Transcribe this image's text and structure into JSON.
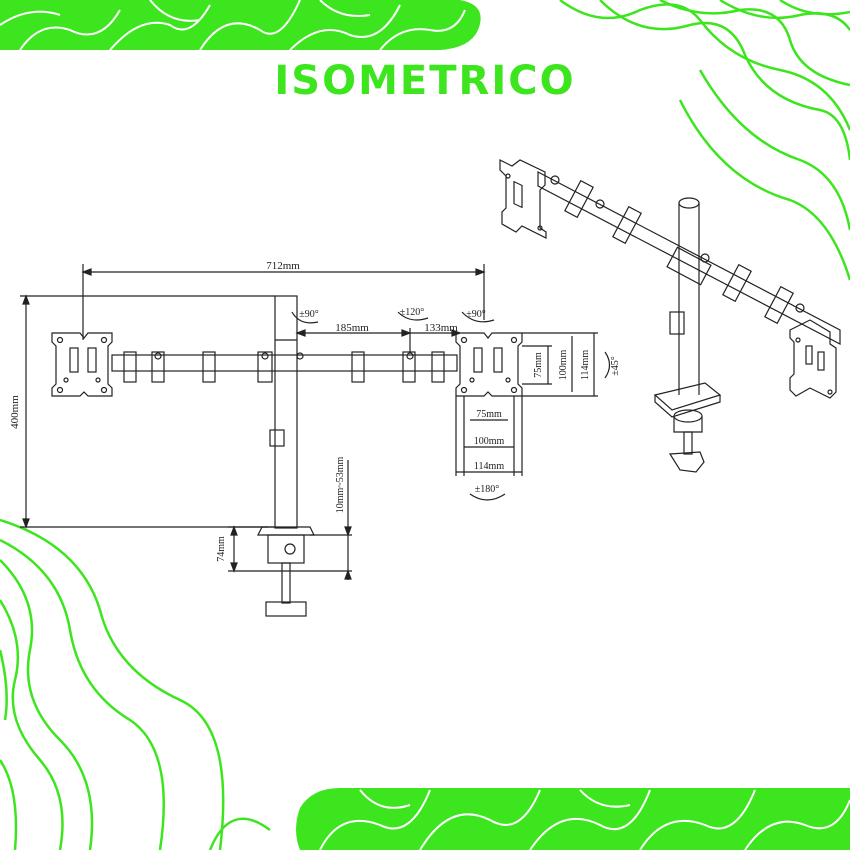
{
  "title": "ISOMETRICO",
  "colors": {
    "accent": "#3de51e",
    "line": "#222222",
    "background": "#ffffff"
  },
  "dimensions": {
    "span": "712mm",
    "height": "400mm",
    "arm_segment": "185mm",
    "end_segment": "133mm",
    "vesa_h1": "75mm",
    "vesa_h2": "100mm",
    "vesa_h3": "114mm",
    "vesa_w1": "75mm",
    "vesa_w2": "100mm",
    "vesa_w3": "114mm",
    "clamp_range": "10mm~53mm",
    "clamp_depth": "74mm"
  },
  "rotations": {
    "left_swivel": "±90°",
    "center_swivel": "±120°",
    "right_swivel": "±90°",
    "tilt": "±45°",
    "rotate": "±180°"
  }
}
